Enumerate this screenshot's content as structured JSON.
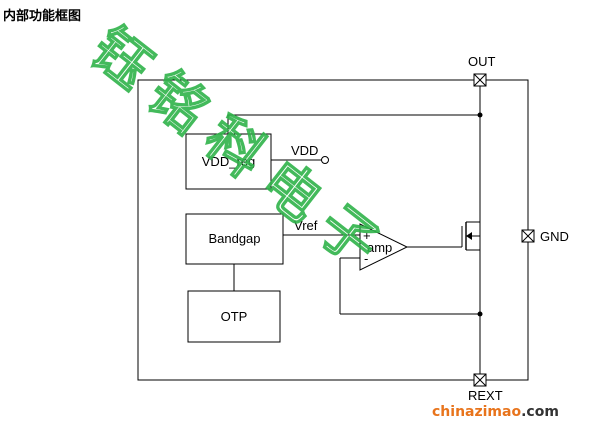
{
  "title": "内部功能框图",
  "watermark": "钰铭科电子",
  "blocks": {
    "vdd_reg": "VDD_reg",
    "bandgap": "Bandgap",
    "otp": "OTP",
    "amp": "amp"
  },
  "signals": {
    "vdd": "VDD",
    "vref": "Vref",
    "amp_plus": "+",
    "amp_minus": "-"
  },
  "pins": {
    "out": "OUT",
    "gnd": "GND",
    "rext": "REXT"
  },
  "site": {
    "part1": "chinazimao",
    "part2": ".com"
  },
  "colors": {
    "watermark": "#2fb34a",
    "site_part1": "#e8741c",
    "site_part2": "#333333",
    "line": "#000000"
  }
}
